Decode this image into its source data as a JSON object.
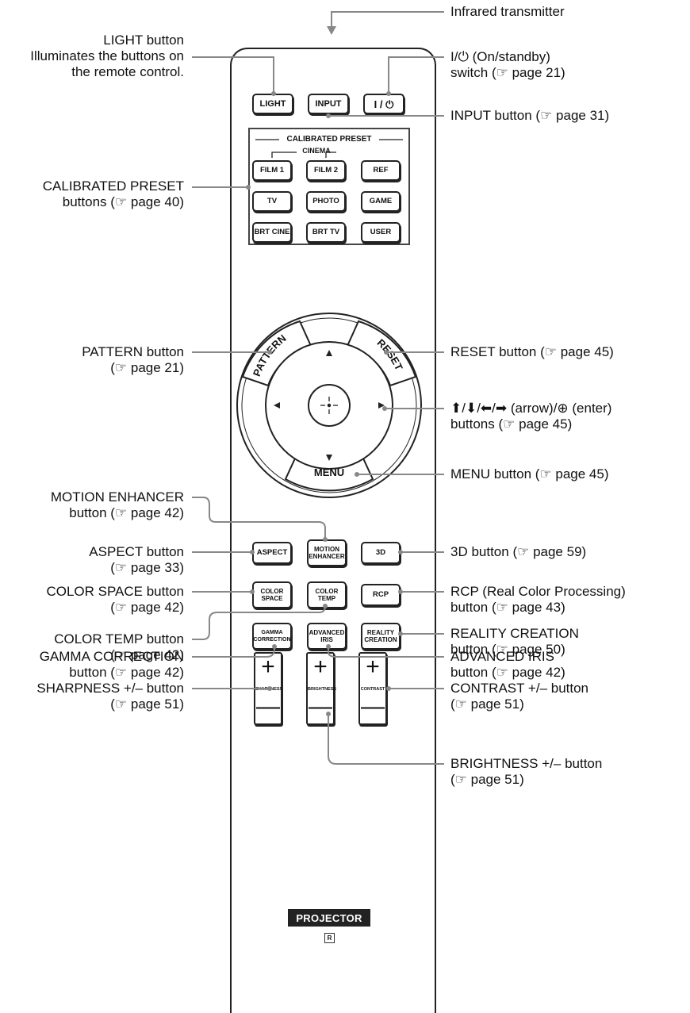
{
  "buttons": {
    "light": "LIGHT",
    "input": "INPUT",
    "power": "I / ⏻",
    "preset_header": "CALIBRATED PRESET",
    "cinema": "CINEMA",
    "film1": "FILM 1",
    "film2": "FILM 2",
    "ref": "REF",
    "tv": "TV",
    "photo": "PHOTO",
    "game": "GAME",
    "brtcine": "BRT CINE",
    "brttv": "BRT TV",
    "user": "USER",
    "pattern": "PATTERN",
    "reset": "RESET",
    "menu": "MENU",
    "aspect": "ASPECT",
    "motion_1": "MOTION",
    "motion_2": "ENHANCER",
    "three_d": "3D",
    "colorspace_1": "COLOR",
    "colorspace_2": "SPACE",
    "colortemp_1": "COLOR",
    "colortemp_2": "TEMP",
    "rcp": "RCP",
    "gamma_1": "GAMMA",
    "gamma_2": "CORRECTION",
    "iris_1": "ADVANCED",
    "iris_2": "IRIS",
    "reality_1": "REALITY",
    "reality_2": "CREATION",
    "sharpness": "SHARPNESS",
    "brightness": "BRIGHTNESS",
    "contrast": "CONTRAST",
    "plus": "+",
    "minus": "—",
    "brand": "PROJECTOR",
    "rmark": "R"
  },
  "callouts": {
    "infrared": "Infrared transmitter",
    "light_1": "LIGHT button",
    "light_2": "Illuminates the buttons on",
    "light_3": "the remote control.",
    "power_1": "I/⏻ (On/standby)",
    "power_2": "switch (☞ page 21)",
    "input": "INPUT button (☞ page 31)",
    "preset_1": "CALIBRATED PRESET",
    "preset_2": "buttons (☞ page 40)",
    "pattern_1": "PATTERN button",
    "pattern_2": "(☞ page 21)",
    "reset": "RESET button (☞ page 45)",
    "arrow_1": "⬆/⬇/⬅/➡ (arrow)/⊕ (enter)",
    "arrow_2": "buttons (☞ page 45)",
    "menu": "MENU button (☞ page 45)",
    "motion_1": "MOTION ENHANCER",
    "motion_2": "button (☞ page 42)",
    "aspect_1": "ASPECT button",
    "aspect_2": "(☞ page 33)",
    "three_d": "3D button (☞ page 59)",
    "colorspace_1": "COLOR SPACE button",
    "colorspace_2": "(☞ page 42)",
    "rcp_1": "RCP (Real Color Processing)",
    "rcp_2": "button (☞ page 43)",
    "colortemp_1": "COLOR TEMP button",
    "colortemp_2": "(☞ page 42)",
    "reality_1": "REALITY CREATION",
    "reality_2": "button (☞ page 50)",
    "gamma_1": "GAMMA CORRECTION",
    "gamma_2": "button (☞ page 42)",
    "iris_1": "ADVANCED IRIS",
    "iris_2": "button (☞ page 42)",
    "sharpness_1": "SHARPNESS +/– button",
    "sharpness_2": "(☞ page 51)",
    "contrast_1": "CONTRAST +/– button",
    "contrast_2": "(☞ page 51)",
    "brightness_1": "BRIGHTNESS +/– button",
    "brightness_2": "(☞ page 51)"
  },
  "colors": {
    "line": "#888888",
    "outline": "#222222",
    "brand_bg": "#222222"
  }
}
